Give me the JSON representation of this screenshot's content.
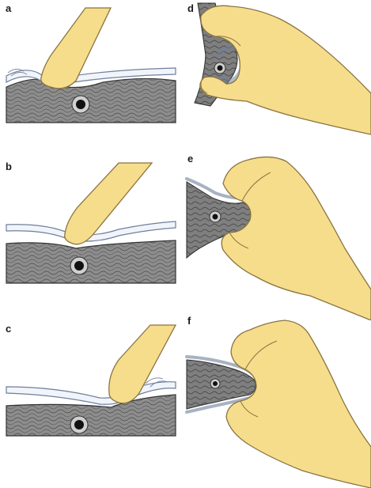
{
  "panels": [
    {
      "id": "a",
      "label": "a"
    },
    {
      "id": "b",
      "label": "b"
    },
    {
      "id": "c",
      "label": "c"
    },
    {
      "id": "d",
      "label": "d"
    },
    {
      "id": "e",
      "label": "e"
    },
    {
      "id": "f",
      "label": "f"
    }
  ],
  "colors": {
    "finger_fill": "#f6dd8c",
    "finger_stroke": "#8a7440",
    "skin_fill": "#8a8a8a",
    "skin_stroke": "#3a3a3a",
    "band_fill": "#f1f4fa",
    "band_stroke": "#6f7f9a",
    "vein_fill": "#111111",
    "vein_ring": "#cfcfcf"
  }
}
